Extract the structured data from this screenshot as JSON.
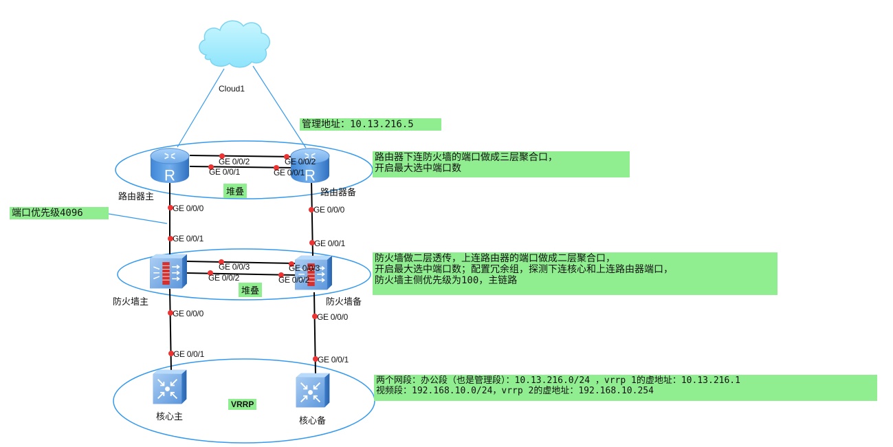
{
  "cloud": {
    "label": "Cloud1"
  },
  "routers": {
    "master": {
      "label": "路由器主",
      "icon": "router-icon"
    },
    "backup": {
      "label": "路由器备",
      "icon": "router-icon"
    },
    "stack_label": "堆叠",
    "links": [
      {
        "left_port": "GE 0/0/2",
        "right_port": "GE 0/0/2"
      },
      {
        "left_port": "GE 0/0/1",
        "right_port": "GE 0/0/1"
      }
    ]
  },
  "firewalls": {
    "master": {
      "label": "防火墙主",
      "icon": "firewall-icon"
    },
    "backup": {
      "label": "防火墙备",
      "icon": "firewall-icon"
    },
    "stack_label": "堆叠",
    "links": [
      {
        "left_port": "GE 0/0/3",
        "right_port": "GE 0/0/3"
      },
      {
        "left_port": "GE 0/0/2",
        "right_port": "GE 0/0/2"
      }
    ]
  },
  "cores": {
    "master": {
      "label": "核心主",
      "icon": "core-switch-icon"
    },
    "backup": {
      "label": "核心备",
      "icon": "core-switch-icon"
    },
    "group_label": "VRRP"
  },
  "uplinks": {
    "left": {
      "router_port": "GE 0/0/0",
      "firewall_up_port": "GE 0/0/1",
      "firewall_down_port": "GE 0/0/0",
      "core_port": "GE 0/0/1"
    },
    "right": {
      "router_port": "GE 0/0/0",
      "firewall_up_port": "GE 0/0/1",
      "firewall_down_port": "GE 0/0/0",
      "core_port": "GE 0/0/1"
    }
  },
  "notes": {
    "mgmt_address": "管理地址：10.13.216.5",
    "port_priority": "端口优先级4096",
    "router_note": "路由器下连防火墙的端口做成三层聚合口，\n开启最大选中端口数",
    "firewall_note": "防火墙做二层透传，上连路由器的端口做成二层聚合口，\n开启最大选中端口数；配置冗余组，探测下连核心和上连路由器端口，\n防火墙主侧优先级为100，主链路",
    "core_note": "两个网段：办公段（也是管理段）：10.13.216.0/24 ，vrrp 1的虚地址：10.13.216.1\n视频段：192.168.10.0/24，vrrp 2的虚地址：192.168.10.254"
  },
  "colors": {
    "link": "#000000",
    "group_ellipse": "#3399ee",
    "annotation_line": "#3399ee",
    "port_dot": "#ee3333",
    "note_bg": "#90ee90",
    "cloud": "#aef0ff"
  }
}
